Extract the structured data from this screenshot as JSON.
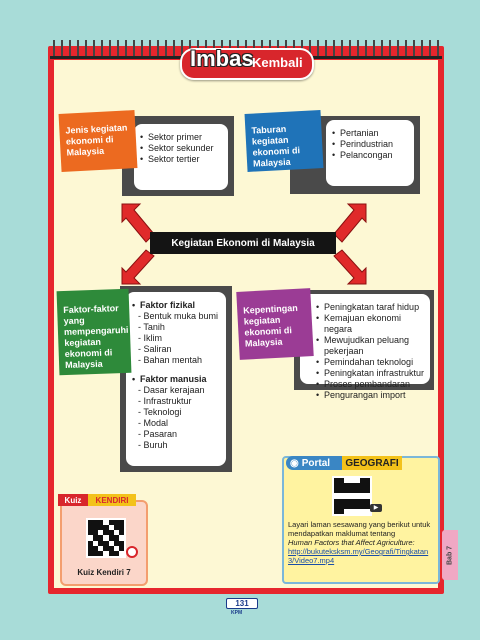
{
  "title": {
    "main": "Imbas",
    "sub": "Kembali"
  },
  "center_label": "Kegiatan Ekonomi di Malaysia",
  "cards": {
    "jenis": {
      "tag": "Jenis kegiatan ekonomi di Malaysia",
      "items": [
        "Sektor primer",
        "Sektor sekunder",
        "Sektor tertier"
      ]
    },
    "taburan": {
      "tag": "Taburan kegiatan ekonomi di Malaysia",
      "items": [
        "Pertanian",
        "Perindustrian",
        "Pelancongan"
      ]
    },
    "faktor": {
      "tag": "Faktor-faktor yang mempengaruhi kegiatan ekonomi di Malaysia",
      "fizikal_head": "Faktor fizikal",
      "fizikal_items": [
        "Bentuk muka bumi",
        "Tanih",
        "Iklim",
        "Saliran",
        "Bahan mentah"
      ],
      "manusia_head": "Faktor manusia",
      "manusia_items": [
        "Dasar kerajaan",
        "Infrastruktur",
        "Teknologi",
        "Modal",
        "Pasaran",
        "Buruh"
      ]
    },
    "kepentingan": {
      "tag": "Kepentingan kegiatan ekonomi di Malaysia",
      "items": [
        "Peningkatan taraf hidup",
        "Kemajuan ekonomi negara",
        "Mewujudkan peluang pekerjaan",
        "Pemindahan teknologi",
        "Peningkatan infrastruktur",
        "Proses pembandaran",
        "Pengurangan import"
      ]
    }
  },
  "portal": {
    "label_a": "Portal",
    "label_b": "GEOGRAFI",
    "text_intro": "Layari laman sesawang yang berikut untuk mendapatkan maklumat tentang",
    "text_italic": "Human Factors that Affect Agriculture:",
    "link": "http://bukuteksksm.my/Geografi/Tingkatan3/Video7.mp4"
  },
  "kuiz": {
    "label_a": "Kuiz",
    "label_b": "KENDIRI",
    "caption": "Kuiz Kendiri 7"
  },
  "bab_tab": "Bab 7",
  "page_number": "131",
  "kpm": "KPM",
  "colors": {
    "orange": "#ec6a20",
    "blue": "#1f73b8",
    "green": "#2e8a3a",
    "purple": "#9b3c95",
    "red": "#e6262d",
    "arrow_red": "#e02a2a"
  }
}
